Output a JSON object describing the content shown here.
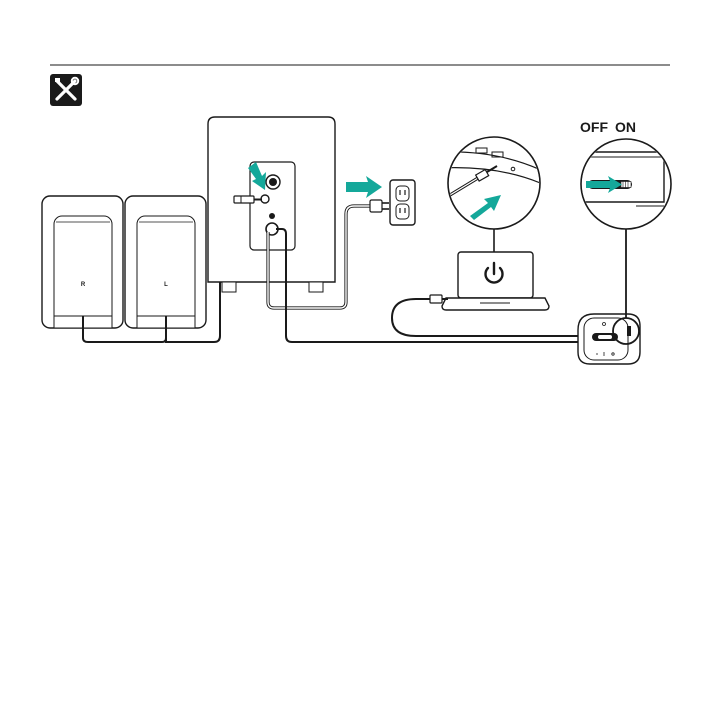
{
  "colors": {
    "background": "#ffffff",
    "line": "#1a1a1a",
    "accent_arrow": "#14a89a",
    "panel_fill": "#f2f2f2",
    "icon_badge": "#1a1a1a"
  },
  "icons": {
    "setup_badge": "tools-icon",
    "power": "power-icon",
    "plug": "plug-icon",
    "outlet": "wall-outlet-icon"
  },
  "switch": {
    "off_label": "OFF",
    "on_label": "ON"
  },
  "speakers": {
    "right_label": "R",
    "left_label": "L"
  }
}
